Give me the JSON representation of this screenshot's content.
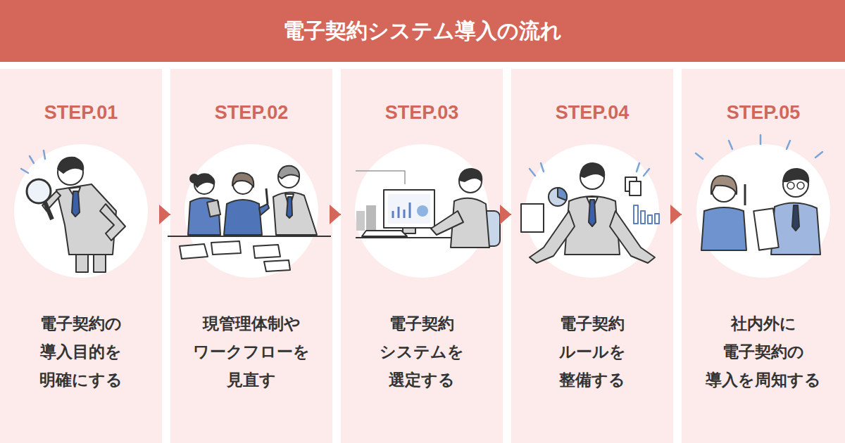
{
  "diagram": {
    "title": "電子契約システム導入の流れ",
    "nodes": [
      {
        "text": [
          "STEP.01",
          "電子契約の 導入目的を 明確にする"
        ]
      },
      {
        "text": [
          "STEP.02",
          "現管理体制や ワークフローを 見直す"
        ]
      },
      {
        "text": [
          "STEP.03",
          "電子契約 システムを 選定する"
        ]
      },
      {
        "text": [
          "STEP.04",
          "電子契約 ルールを 整備する"
        ]
      },
      {
        "text": [
          "STEP.05",
          "社内外に 電子契約の 導入を周知する"
        ]
      }
    ],
    "edges": [
      {
        "from": 0,
        "to": 1,
        "arrow": "to"
      },
      {
        "from": 1,
        "to": 2,
        "arrow": "to"
      },
      {
        "from": 2,
        "to": 3,
        "arrow": "to"
      },
      {
        "from": 3,
        "to": 4,
        "arrow": "to"
      }
    ]
  }
}
